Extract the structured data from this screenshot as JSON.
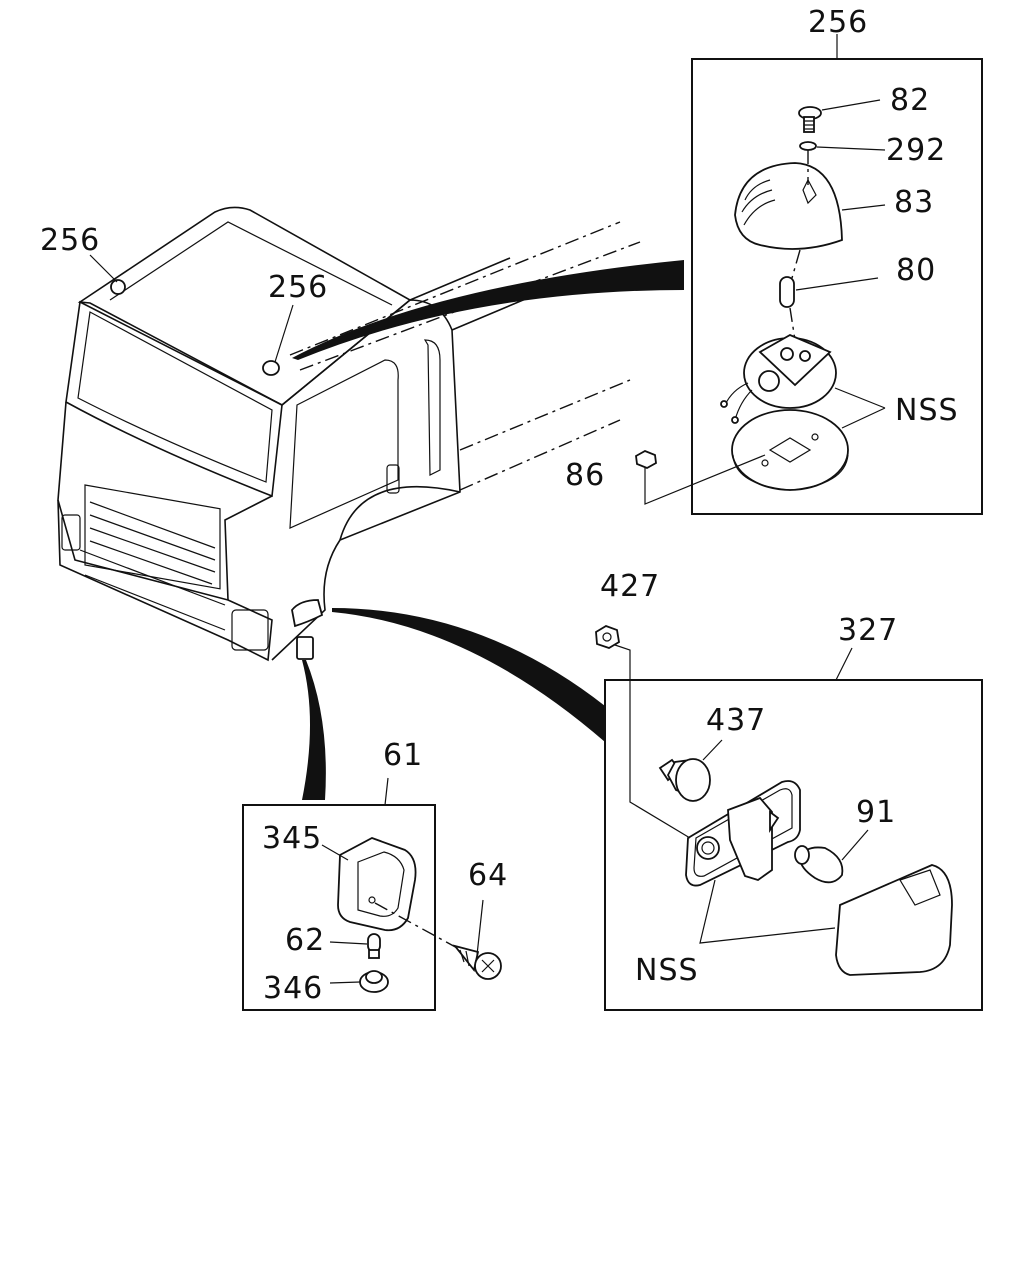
{
  "callouts": {
    "assembly_top_right": "256",
    "bolt": "82",
    "washer": "292",
    "lens": "83",
    "bulb_top": "80",
    "base_nss": "NSS",
    "nut_86": "86",
    "cab_front": "256",
    "cab_side": "256",
    "nut_427": "427",
    "assembly_side": "327",
    "socket": "437",
    "bulb_side": "91",
    "side_nss": "NSS",
    "assembly_lower": "61",
    "lamp_345": "345",
    "bulb_62": "62",
    "screw_64": "64",
    "grommet_346": "346"
  },
  "colors": {
    "ink": "#111111",
    "paper": "#ffffff"
  }
}
